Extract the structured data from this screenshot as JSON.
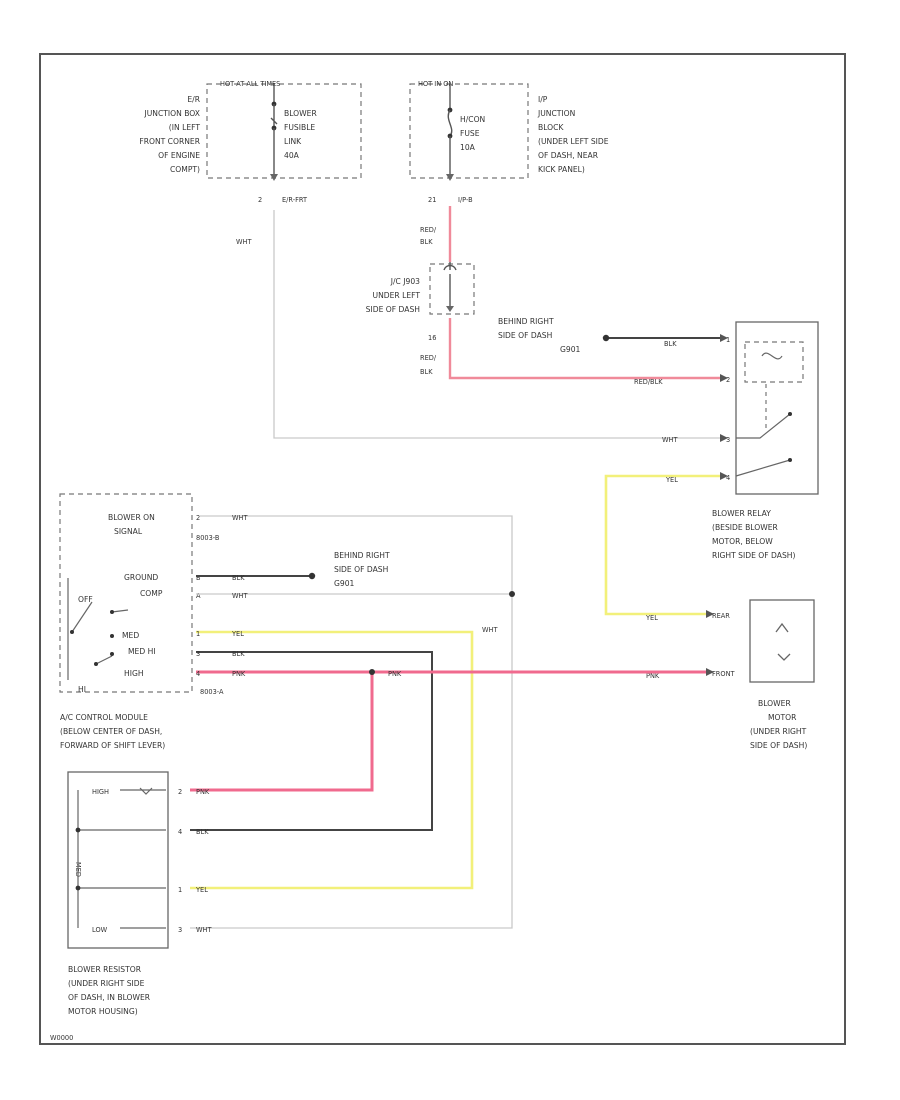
{
  "diagram": {
    "colors": {
      "red_blk": "#f08a9a",
      "pnk": "#f06a8e",
      "yel": "#f2f07a",
      "blk": "#444444",
      "wht": "#c9c9c9"
    },
    "top": {
      "hot_at_all_times": "HOT AT ALL TIMES",
      "hot_in_on": "HOT IN ON",
      "er_junction_block": [
        "E/R",
        "JUNCTION BOX",
        "(IN LEFT",
        "FRONT CORNER",
        "OF ENGINE",
        "COMPT)"
      ],
      "blower_fusible_link": [
        "BLOWER",
        "FUSIBLE",
        "LINK",
        "40A"
      ],
      "hvcon_fuse": [
        "H/CON",
        "FUSE",
        "10A"
      ],
      "ip_junction_block": [
        "I/P",
        "JUNCTION",
        "BLOCK",
        "(UNDER LEFT SIDE",
        "OF DASH, NEAR",
        "KICK PANEL)"
      ],
      "pin_er": "2",
      "conn_er": "E/R-FRT",
      "pin_ip": "21",
      "conn_ip": "I/P-B",
      "wht_label": "WHT",
      "redblk_upper": [
        "RED/",
        "BLK"
      ],
      "jc_label": [
        "J/C J903",
        "UNDER LEFT",
        "SIDE OF DASH"
      ],
      "pin_16": "16",
      "redblk_lower": [
        "RED/",
        "BLK"
      ]
    },
    "relay": {
      "ground_label": [
        "BEHIND RIGHT",
        "SIDE OF DASH",
        "G901"
      ],
      "blk_label": "BLK",
      "redblk_label": "RED/BLK",
      "wht_label": "WHT",
      "yel_label": "YEL",
      "pin_1": "1",
      "pin_2": "2",
      "pin_3": "3",
      "pin_4": "4",
      "name": [
        "BLOWER RELAY",
        "(BESIDE BLOWER",
        "MOTOR, BELOW",
        "RIGHT SIDE OF DASH)"
      ]
    },
    "motor": {
      "yel_label": "YEL",
      "pnk_label": "PNK",
      "pin_rear": "REAR",
      "pin_front": "FRONT",
      "name": [
        "BLOWER",
        "MOTOR",
        "(UNDER RIGHT",
        "SIDE OF DASH)"
      ]
    },
    "control": {
      "blower_on_signal": [
        "BLOWER ON",
        "SIGNAL"
      ],
      "conn_b": "8003-B",
      "ground": "GROUND",
      "conn_b_pin": "B",
      "comp": "COMP",
      "pin_a": "A",
      "low": "OFF",
      "med": "MED",
      "hi": "HI",
      "wht_label": "WHT",
      "blk_label": "BLK",
      "yel_label": "YEL",
      "pnk_label": "PNK",
      "med_high": "MED HI",
      "high": "HIGH",
      "conn_a": "8003-A",
      "pin_1": "1",
      "pin_2": "2",
      "pin_3": "3",
      "pin_4": "4",
      "ground_label": [
        "BEHIND RIGHT",
        "SIDE OF DASH",
        "G901"
      ],
      "name": [
        "A/C CONTROL MODULE",
        "(BELOW CENTER OF DASH,",
        "FORWARD OF SHIFT LEVER)"
      ]
    },
    "resistor": {
      "high_label": "HIGH",
      "low_label": "LOW",
      "mid_label": "MED",
      "pnk_label": "PNK",
      "blk_label": "BLK",
      "yel_label": "YEL",
      "wht_label": "WHT",
      "pin_2": "2",
      "pin_4": "4",
      "pin_1": "1",
      "pin_3": "3",
      "name": [
        "BLOWER RESISTOR",
        "(UNDER RIGHT SIDE",
        "OF DASH, IN BLOWER",
        "MOTOR HOUSING)"
      ]
    },
    "footer_code": "W0000"
  }
}
